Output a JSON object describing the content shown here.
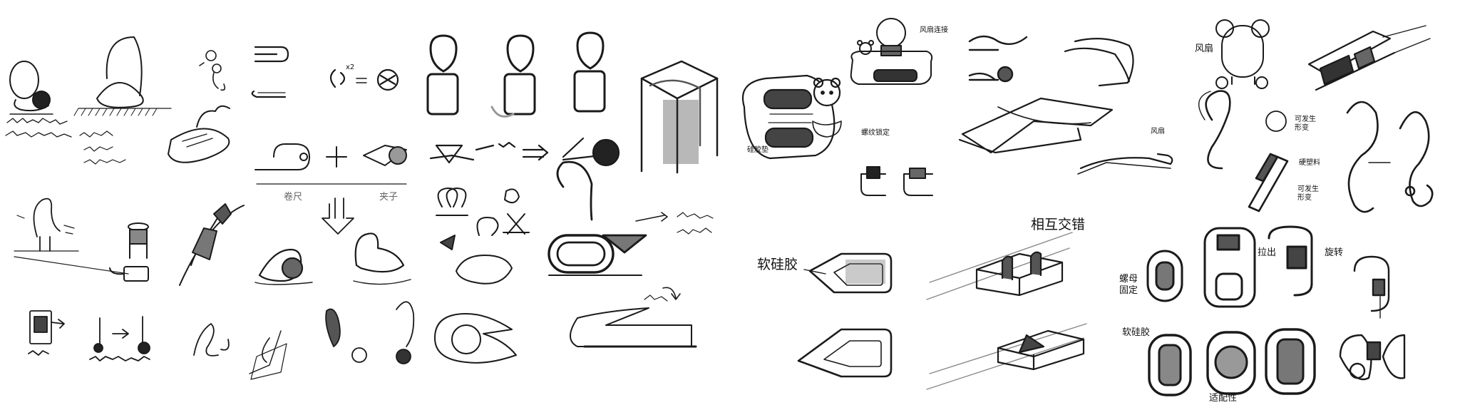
{
  "labels": {
    "fan_connect": "风扇连接",
    "screw_lock": "螺纹锁定",
    "silicone_pad": "硅胶垫",
    "fan_1": "风扇",
    "fan_2": "风扇",
    "deform_1": "可发生\n形变",
    "hard_plastic": "硬塑料",
    "deform_2": "可发生\n形变",
    "tape_measure": "卷尺",
    "clip": "夹子",
    "silicone": "软硅胶",
    "interlock": "相互交错",
    "pull_out": "拉出",
    "rotate": "旋转",
    "nut_fix": "螺母\n固定",
    "silicone_2": "软硅胶",
    "adaptability": "适配性",
    "note_x2": "x2"
  },
  "colors": {
    "ink": "#1a1a1a",
    "shade": "#555555",
    "grey": "#8a8a8a"
  }
}
